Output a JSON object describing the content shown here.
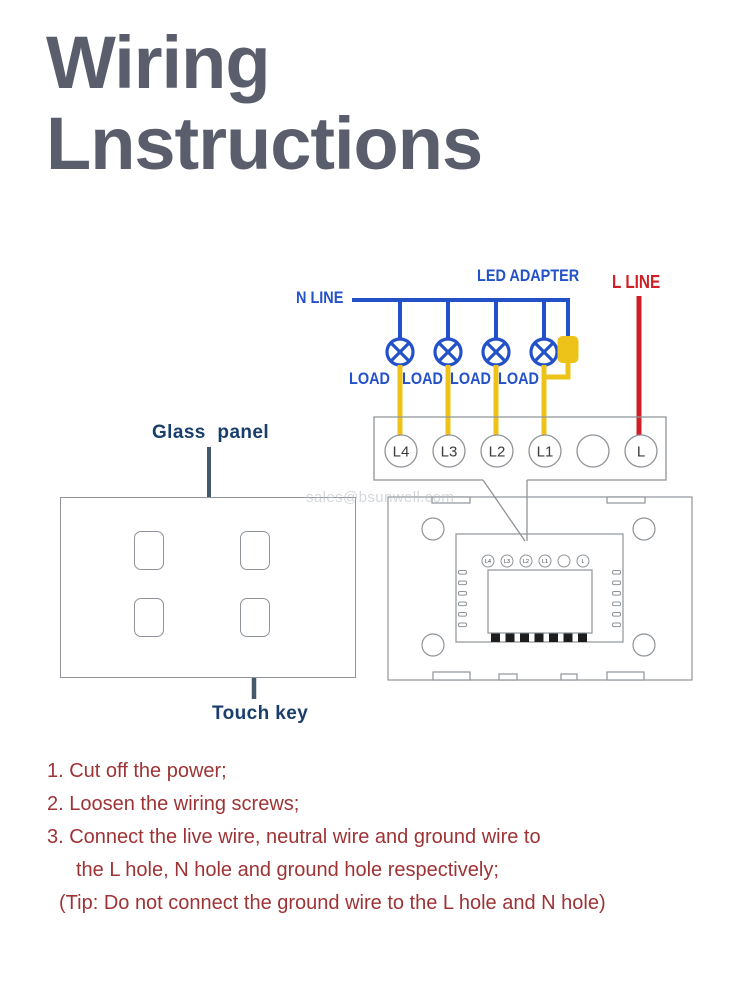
{
  "title": {
    "line1": "Wiring",
    "line2": "Lnstructions"
  },
  "diagram": {
    "n_line_label": "N LINE",
    "led_adapter_label": "LED ADAPTER",
    "l_line_label": "L LINE",
    "load_labels": [
      "LOAD",
      "LOAD",
      "LOAD",
      "LOAD"
    ],
    "terminal_block": {
      "terminals": [
        "L4",
        "L3",
        "L2",
        "L1",
        "",
        "L"
      ]
    },
    "module": {
      "terminals": [
        "L4",
        "L3",
        "L2",
        "L1",
        "",
        "L"
      ]
    },
    "glass_panel_label": "Glass panel",
    "touch_key_label": "Touch key",
    "watermark": "sales@bsunwell.com",
    "colors": {
      "wire_blue": "#2351c8",
      "wire_yellow": "#edc31a",
      "wire_red": "#d01f26",
      "label_navy": "#1a3e6b",
      "leader_slate": "#44596b",
      "outline_gray": "#8e9499",
      "title_gray": "#5a5d6c",
      "instruction_red": "#9e3336"
    }
  },
  "instructions": {
    "steps": [
      "1. Cut off the power;",
      "2. Loosen the wiring screws;",
      "3. Connect the live wire, neutral wire and ground wire to",
      "the L hole, N hole and ground hole respectively;",
      "(Tip: Do not connect the ground wire to the L hole and N hole)"
    ]
  }
}
